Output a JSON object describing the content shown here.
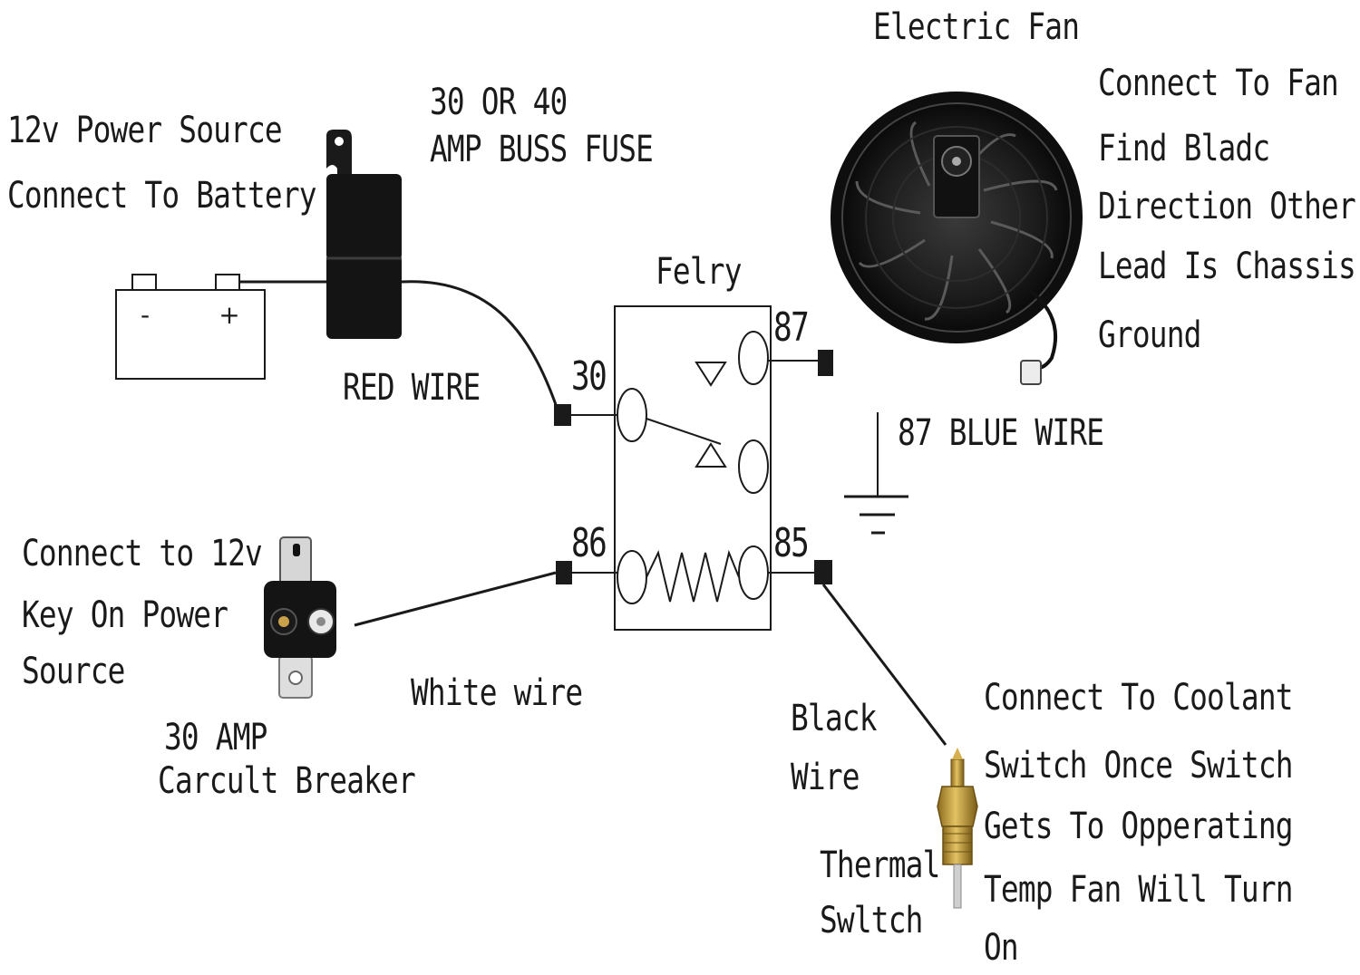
{
  "labels": {
    "power_source_line1": "12v Power Source",
    "power_source_line2": "Connect To Battery",
    "fuse_line1": "30 OR 40",
    "fuse_line2": "AMP BUSS FUSE",
    "red_wire": "RED WIRE",
    "relay_title": "Felry",
    "pin_30": "30",
    "pin_87": "87",
    "pin_86": "86",
    "pin_85": "85",
    "electric_fan": "Electric Fan",
    "fan_note": [
      "Connect To Fan",
      "Find Bladc",
      "Direction Other",
      "Lead Is Chassis",
      "Ground"
    ],
    "blue_wire": "87 BLUE WIRE",
    "key_power": [
      "Connect to 12v",
      "Key On Power",
      "Source"
    ],
    "breaker_line1": "30 AMP",
    "breaker_line2": "Carcult Breaker",
    "white_wire": "White wire",
    "black_wire_line1": "Black",
    "black_wire_line2": "Wire",
    "thermal_line1": "Thermal",
    "thermal_line2": "Swltch",
    "coolant_note": [
      "Connect To Coolant",
      "Switch Once Switch",
      "Gets To Opperating",
      "Temp Fan Will Turn",
      "On"
    ]
  },
  "battery_terminals": {
    "negative": "-",
    "positive": "+"
  },
  "colors": {
    "line": "#1a1a1a",
    "component": "#141414",
    "brass": "#b8902a"
  }
}
